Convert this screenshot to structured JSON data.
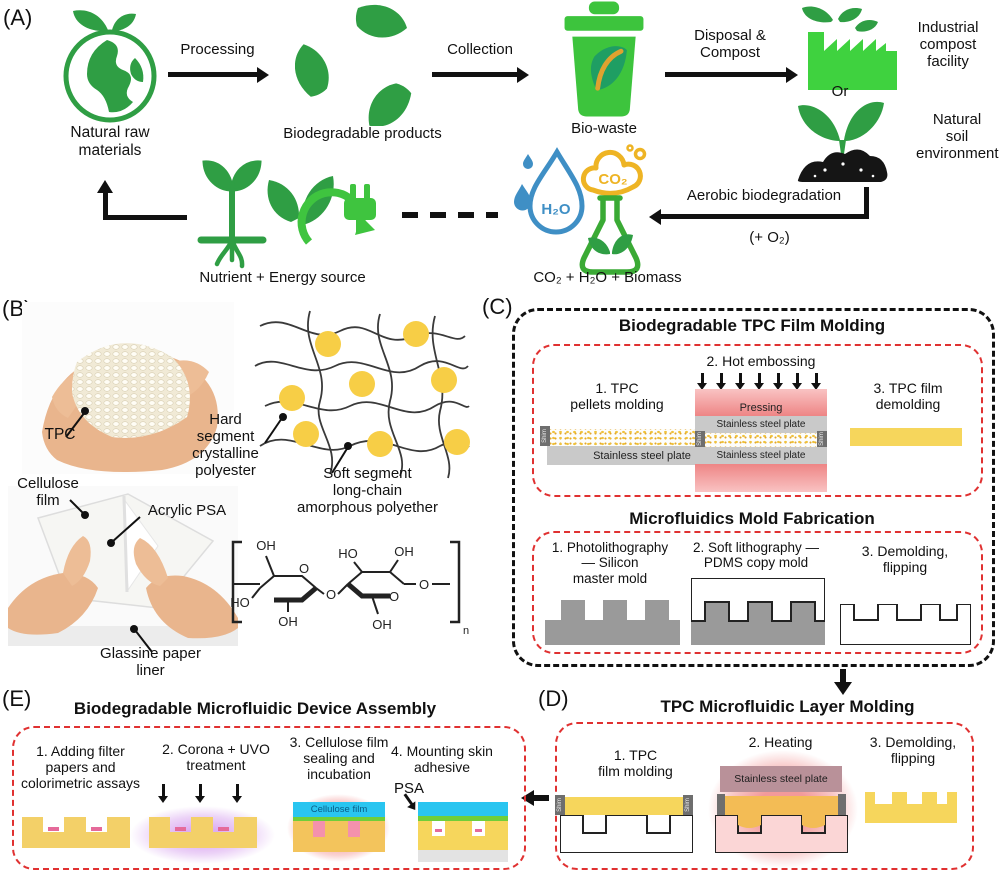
{
  "figure": {
    "panel_tags": {
      "a": "(A)",
      "b": "(B)",
      "c": "(C)",
      "d": "(D)",
      "e": "(E)"
    },
    "a": {
      "natural_raw": "Natural raw\nmaterials",
      "processing": "Processing",
      "biodegradable_products": "Biodegradable products",
      "collection": "Collection",
      "bio_waste": "Bio-waste",
      "disposal_compost": "Disposal &\nCompost",
      "industrial_compost": "Industrial\ncompost\nfacility",
      "or": "Or",
      "natural_soil": "Natural\nsoil\nenvironment",
      "aerobic": "Aerobic biodegradation",
      "oxygen": "(+ O₂)",
      "nutrient": "Nutrient + Energy source",
      "byproducts": "CO₂ + H₂O + Biomass",
      "h2o": "H₂O",
      "co2": "CO₂"
    },
    "b": {
      "tpc": "TPC",
      "hard_segment": "Hard\nsegment\ncrystalline\npolyester",
      "soft_segment": "Soft segment\nlong-chain\namorphous polyether",
      "cellulose_film": "Cellulose\nfilm",
      "acrylic_psa": "Acrylic PSA",
      "glassine": "Glassine paper\nliner",
      "chem": {
        "oh": "OH",
        "ho": "HO",
        "o": "O",
        "n": "n"
      }
    },
    "c": {
      "title_film": "Biodegradable TPC Film Molding",
      "step1": "1. TPC\npellets molding",
      "step2": "2. Hot embossing",
      "pressing": "Pressing",
      "plate": "Stainless steel plate",
      "shim": "Shim",
      "step3": "3. TPC film\ndemolding",
      "title_mold": "Microfluidics Mold Fabrication",
      "mold1": "1. Photolithography\n— Silicon\nmaster mold",
      "mold2": "2. Soft lithography —\nPDMS copy mold",
      "mold3": "3. Demolding,\nflipping"
    },
    "d": {
      "title": "TPC Microfluidic Layer Molding",
      "step1": "1. TPC\nfilm molding",
      "step2": "2. Heating",
      "plate": "Stainless steel plate",
      "step3": "3. Demolding,\nflipping"
    },
    "e": {
      "title": "Biodegradable Microfluidic Device Assembly",
      "step1": "1. Adding filter\npapers and\ncolorimetric assays",
      "step2": "2. Corona + UVO\ntreatment",
      "step3": "3. Cellulose film\nsealing and\nincubation",
      "cellulose_film": "Cellulose film",
      "step4": "4. Mounting skin\nadhesive",
      "psa": "PSA"
    },
    "colors": {
      "leaf_green": "#2f9e44",
      "bright_green": "#3fc43f",
      "tpc_yellow": "#f6d65c",
      "pellet_yellow": "#f0c23c",
      "red_dash": "#e03131",
      "heat_pink": "#f29a9a",
      "uvo_purple": "#dcaef0",
      "cellulose_cyan": "#29c5f0",
      "psa_green": "#6fce3a",
      "plate_gray": "#c9c9c9",
      "shim_gray": "#6e6e6e",
      "mold_gray": "#9a9a9a",
      "water_blue": "#3f8fc5",
      "co2_yellow": "#eeb424"
    }
  }
}
